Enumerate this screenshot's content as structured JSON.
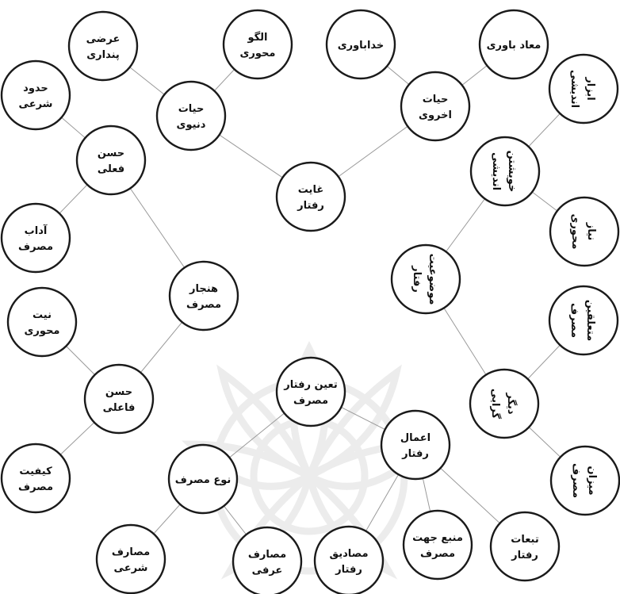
{
  "colors": {
    "node_border": "#1a1a1a",
    "node_fill": "#ffffff",
    "edge": "#9a9a9a",
    "text": "#111111",
    "watermark": "#ececec"
  },
  "nodes": [
    {
      "id": "ghayat",
      "lines": [
        "غایت",
        "رفتار"
      ]
    },
    {
      "id": "hayat_donyavi",
      "lines": [
        "حیات",
        "دنیوی"
      ]
    },
    {
      "id": "hayat_okhravi",
      "lines": [
        "حیات",
        "اخروی"
      ]
    },
    {
      "id": "arzi",
      "lines": [
        "عرضی",
        "پنداری"
      ]
    },
    {
      "id": "olgu",
      "lines": [
        "الگو",
        "محوری"
      ]
    },
    {
      "id": "khodabavari",
      "lines": [
        "خداباوری"
      ]
    },
    {
      "id": "maad",
      "lines": [
        "معاد باوری"
      ]
    },
    {
      "id": "hodud",
      "lines": [
        "حدود",
        "شرعی"
      ]
    },
    {
      "id": "hosn_feli",
      "lines": [
        "حسن",
        "فعلی"
      ]
    },
    {
      "id": "adab",
      "lines": [
        "آداب",
        "مصرف"
      ]
    },
    {
      "id": "hanjar",
      "lines": [
        "هنجار",
        "مصرف"
      ]
    },
    {
      "id": "niyat",
      "lines": [
        "نیت",
        "محوری"
      ]
    },
    {
      "id": "hosn_faeli",
      "lines": [
        "حسن",
        "فاعلی"
      ]
    },
    {
      "id": "keyfiyat",
      "lines": [
        "کیفیت",
        "مصرف"
      ]
    },
    {
      "id": "abzar",
      "lines": [
        "ابزار",
        "اندیشی"
      ]
    },
    {
      "id": "khishtan",
      "lines": [
        "خویشتن",
        "اندیشی"
      ]
    },
    {
      "id": "niaz",
      "lines": [
        "نیاز",
        "محوری"
      ]
    },
    {
      "id": "mozuiyat",
      "lines": [
        "موضوعیت",
        "رفتار"
      ]
    },
    {
      "id": "motaalleqin",
      "lines": [
        "متعلقین",
        "مصرف"
      ]
    },
    {
      "id": "digar",
      "lines": [
        "دیگر",
        "گرایی"
      ]
    },
    {
      "id": "mizan",
      "lines": [
        "میزان",
        "مصرف"
      ]
    },
    {
      "id": "taeen",
      "lines": [
        "تعین رفتار",
        "مصرف"
      ]
    },
    {
      "id": "now",
      "lines": [
        "نوع مصرف"
      ]
    },
    {
      "id": "emal",
      "lines": [
        "اعمال",
        "رفتار"
      ]
    },
    {
      "id": "masaref_sharei",
      "lines": [
        "مصارف",
        "شرعی"
      ]
    },
    {
      "id": "masaref_orfi",
      "lines": [
        "مصارف",
        "عرفی"
      ]
    },
    {
      "id": "masadiq",
      "lines": [
        "مصادیق",
        "رفتار"
      ]
    },
    {
      "id": "manba",
      "lines": [
        "منبع جهت",
        "مصرف"
      ]
    },
    {
      "id": "tabaat",
      "lines": [
        "تبعات",
        "رفتار"
      ]
    }
  ],
  "edges": [
    [
      "ghayat",
      "hayat_donyavi"
    ],
    [
      "ghayat",
      "hayat_okhravi"
    ],
    [
      "hayat_donyavi",
      "arzi"
    ],
    [
      "hayat_donyavi",
      "olgu"
    ],
    [
      "hayat_okhravi",
      "khodabavari"
    ],
    [
      "hayat_okhravi",
      "maad"
    ],
    [
      "hosn_feli",
      "hodud"
    ],
    [
      "hosn_feli",
      "adab"
    ],
    [
      "hosn_feli",
      "hanjar"
    ],
    [
      "hanjar",
      "hosn_faeli"
    ],
    [
      "hosn_faeli",
      "niyat"
    ],
    [
      "hosn_faeli",
      "keyfiyat"
    ],
    [
      "khishtan",
      "abzar"
    ],
    [
      "khishtan",
      "niaz"
    ],
    [
      "khishtan",
      "mozuiyat"
    ],
    [
      "mozuiyat",
      "digar"
    ],
    [
      "digar",
      "motaalleqin"
    ],
    [
      "digar",
      "mizan"
    ],
    [
      "taeen",
      "now"
    ],
    [
      "taeen",
      "emal"
    ],
    [
      "now",
      "masaref_sharei"
    ],
    [
      "now",
      "masaref_orfi"
    ],
    [
      "emal",
      "masadiq"
    ],
    [
      "emal",
      "manba"
    ],
    [
      "emal",
      "tabaat"
    ]
  ]
}
